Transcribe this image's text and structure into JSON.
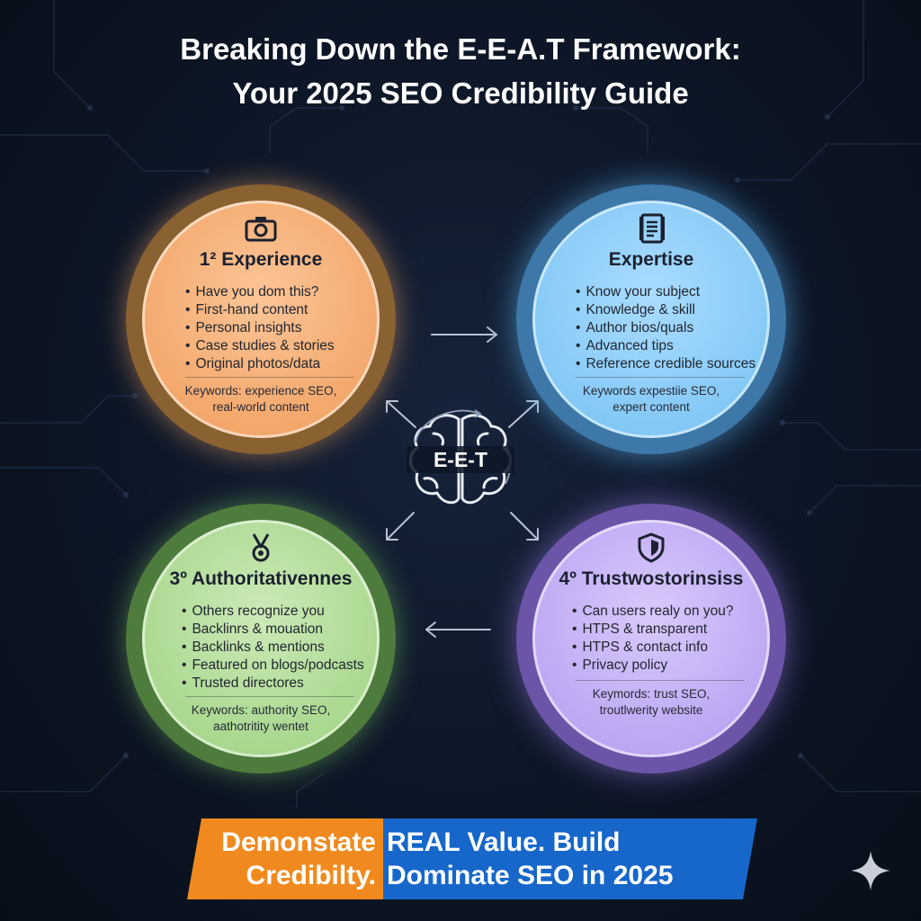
{
  "title": {
    "line1": "Breaking Down the E-E-A.T Framework:",
    "line2": "Your 2025 SEO Credibility Guide"
  },
  "pillars": [
    {
      "heading": "1² Experience",
      "icon": "camera-icon",
      "color": "#f2a466",
      "bullets": [
        "Have you dom this?",
        "First-hand content",
        "Personal insights",
        "Case studies & stories",
        "Original photos/data"
      ],
      "keywords": [
        "Keywords: experience SEO,",
        "real-world content"
      ]
    },
    {
      "heading": "Expertise",
      "icon": "document-icon",
      "color": "#7fc6f5",
      "bullets": [
        "Know your subject",
        "Knowledge & skill",
        "Author bios/quals",
        "Advanced tips",
        "Reference credible sources"
      ],
      "keywords": [
        "Keywords expestiie SEO,",
        "expert content"
      ]
    },
    {
      "heading": "3º Authoritativennes",
      "icon": "medal-icon",
      "color": "#a5d68a",
      "bullets": [
        "Others recognize you",
        "Backlinrs & mouation",
        "Backlinks & mentions",
        "Featured on blogs/podcasts",
        "Trusted directores"
      ],
      "keywords": [
        "Keywords: authority SEO,",
        "aathotritity wentet"
      ]
    },
    {
      "heading": "4º Trustwostorinsiss",
      "icon": "shield-icon",
      "color": "#b9a3f2",
      "bullets": [
        "Can users realy on you?",
        "HTPS & transparent",
        "HTPS & contact info",
        "Privacy policy"
      ],
      "keywords": [
        "Keymords: trust SEO,",
        "troutlwerity website"
      ]
    }
  ],
  "center": {
    "label": "E-E-T",
    "icon": "brain-icon"
  },
  "banner": {
    "left_line1": "Demonstate",
    "left_line2": "Credibilty.",
    "right_line1": "REAL Value. Build",
    "right_line2": "Dominate SEO in 2025",
    "left_color": "#f18a1e",
    "right_color": "#1667c9"
  },
  "corner_icon": "sparkle-icon"
}
